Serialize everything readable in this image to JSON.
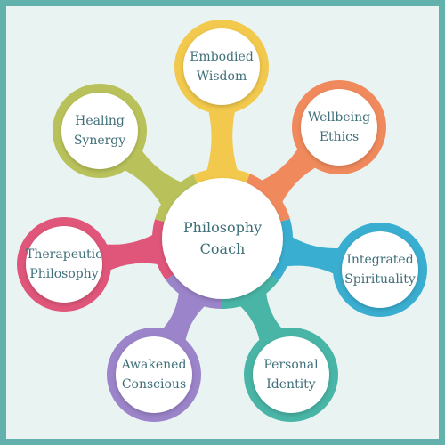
{
  "center": {
    "line1": "Philosophy",
    "line2": "Coach"
  },
  "nodes": [
    {
      "line1": "Embodied",
      "line2": "Wisdom",
      "color": "#f2c94c"
    },
    {
      "line1": "Wellbeing",
      "line2": "Ethics",
      "color": "#f08a5d"
    },
    {
      "line1": "Integrated",
      "line2": "Spirituality",
      "color": "#3aaed0"
    },
    {
      "line1": "Personal",
      "line2": "Identity",
      "color": "#49b5a6"
    },
    {
      "line1": "Awakened",
      "line2": "Conscious",
      "color": "#9b84c9"
    },
    {
      "line1": "Therapeutic",
      "line2": "Philosophy",
      "color": "#e0567a"
    },
    {
      "line1": "Healing",
      "line2": "Synergy",
      "color": "#b9c25a"
    }
  ],
  "colors": {
    "background": "#e8f3f2",
    "frame": "#62b1ad",
    "text": "#3f6f78"
  }
}
